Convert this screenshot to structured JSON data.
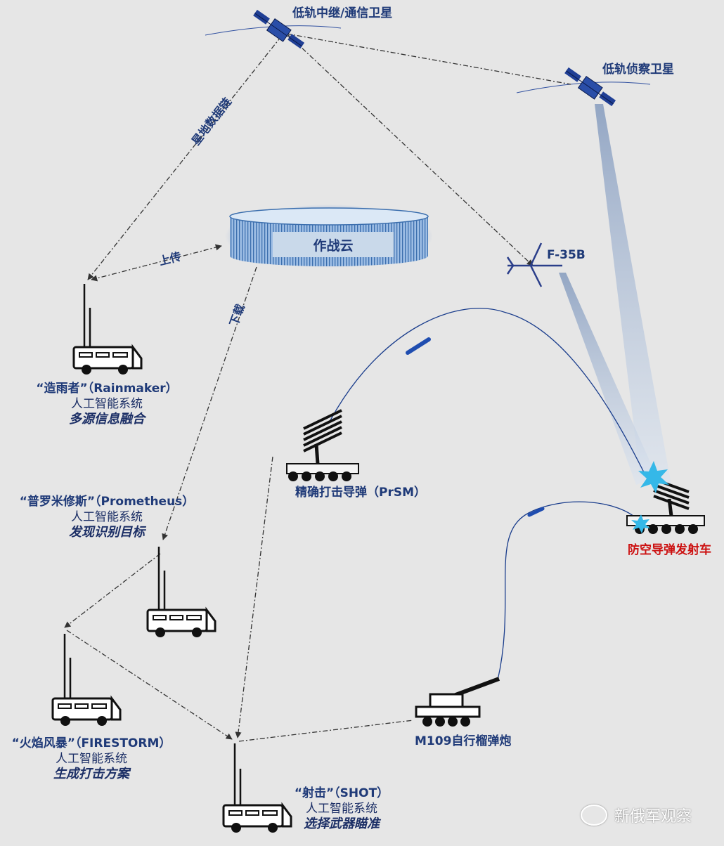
{
  "labels": {
    "relay_satellite": "低轨中继/通信卫星",
    "recon_satellite": "低轨侦察卫星",
    "downlink": "星地数据链",
    "upload": "上传",
    "download": "下载",
    "cloud": "作战云",
    "f35": "F-35B",
    "prsm": "精确打击导弹（PrSM）",
    "target": "防空导弹发射车",
    "m109": "M109自行榴弹炮"
  },
  "systems": {
    "rainmaker": {
      "name": "“造雨者”（Rainmaker）",
      "type": "人工智能系统",
      "role": "多源信息融合"
    },
    "prometheus": {
      "name": "“普罗米修斯”（Prometheus）",
      "type": "人工智能系统",
      "role": "发现识别目标"
    },
    "firestorm": {
      "name": "“火焰风暴”（FIRESTORM）",
      "type": "人工智能系统",
      "role": "生成打击方案"
    },
    "shot": {
      "name": "“射击”（SHOT）",
      "type": "人工智能系统",
      "role": "选择武器瞄准"
    }
  },
  "watermark": "新俄军观察",
  "colors": {
    "line": "#1f3a78",
    "label": "#1f3a78",
    "target_label": "#cc1111",
    "burst": "#35b8e8"
  }
}
